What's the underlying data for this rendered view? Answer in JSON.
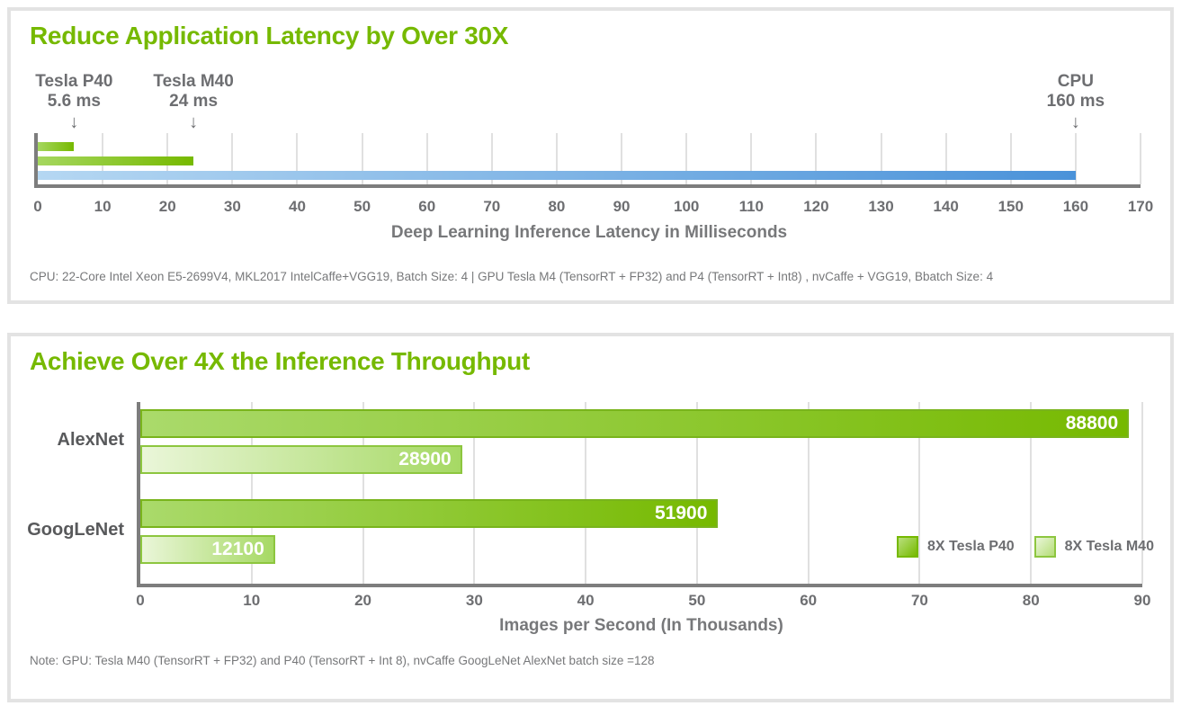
{
  "colors": {
    "nvidia_green": "#76b900",
    "bar_green_gradient": [
      "#a5d75f",
      "#76b900"
    ],
    "bar_pale_gradient": [
      "#eaf6d9",
      "#a6d964"
    ],
    "bar_pale_border": "#8dc63f",
    "bar_blue_gradient": [
      "#b5d7f2",
      "#4a92d9"
    ],
    "axis_line": "#7d7d7d",
    "gridline": "#e0e0e0",
    "text_gray": "#6d6e71",
    "panel_border": "#e3e3e3"
  },
  "panel1": {
    "title": "Reduce Application Latency by Over 30X",
    "xlabel": "Deep Learning Inference Latency in Milliseconds",
    "footnote": "CPU: 22-Core Intel Xeon E5-2699V4, MKL2017 IntelCaffe+VGG19, Batch Size: 4  |  GPU Tesla M4 (TensorRT + FP32) and P4 (TensorRT + Int8) , nvCaffe + VGG19, Bbatch Size: 4"
  },
  "panel2": {
    "title": "Achieve Over 4X the Inference Throughput",
    "xlabel": "Images per Second (In Thousands)",
    "note": "Note: GPU: Tesla  M40 (TensorRT + FP32) and P40 (TensorRT + Int 8), nvCaffe GoogLeNet AlexNet batch size =128",
    "legend": [
      {
        "label": "8X Tesla P40",
        "style": "dark"
      },
      {
        "label": "8X Tesla M40",
        "style": "pale"
      }
    ]
  },
  "chart_data": [
    {
      "type": "bar",
      "orientation": "horizontal",
      "title": "Reduce Application Latency by Over 30X",
      "xlabel": "Deep Learning Inference Latency in Milliseconds",
      "xlim": [
        0,
        170
      ],
      "xticks": [
        0,
        10,
        20,
        30,
        40,
        50,
        60,
        70,
        80,
        90,
        100,
        110,
        120,
        130,
        140,
        150,
        160,
        170
      ],
      "grid": true,
      "legend_position": "none",
      "bars": [
        {
          "name": "Tesla P40",
          "value": 5.6,
          "annotation": "5.6 ms",
          "color": "green"
        },
        {
          "name": "Tesla M40",
          "value": 24,
          "annotation": "24 ms",
          "color": "green"
        },
        {
          "name": "CPU",
          "value": 160,
          "annotation": "160 ms",
          "color": "blue"
        }
      ]
    },
    {
      "type": "bar",
      "orientation": "horizontal",
      "title": "Achieve Over 4X the Inference Throughput",
      "xlabel": "Images per Second (In Thousands)",
      "xlim": [
        0,
        90
      ],
      "xticks": [
        0,
        10,
        20,
        30,
        40,
        50,
        60,
        70,
        80,
        90
      ],
      "grid": true,
      "value_scale": 1000,
      "legend_position": "inside-right",
      "categories": [
        "AlexNet",
        "GoogLeNet"
      ],
      "series": [
        {
          "name": "8X Tesla P40",
          "style": "dark",
          "values": [
            88800,
            51900
          ]
        },
        {
          "name": "8X Tesla M40",
          "style": "pale",
          "values": [
            28900,
            12100
          ]
        }
      ]
    }
  ]
}
